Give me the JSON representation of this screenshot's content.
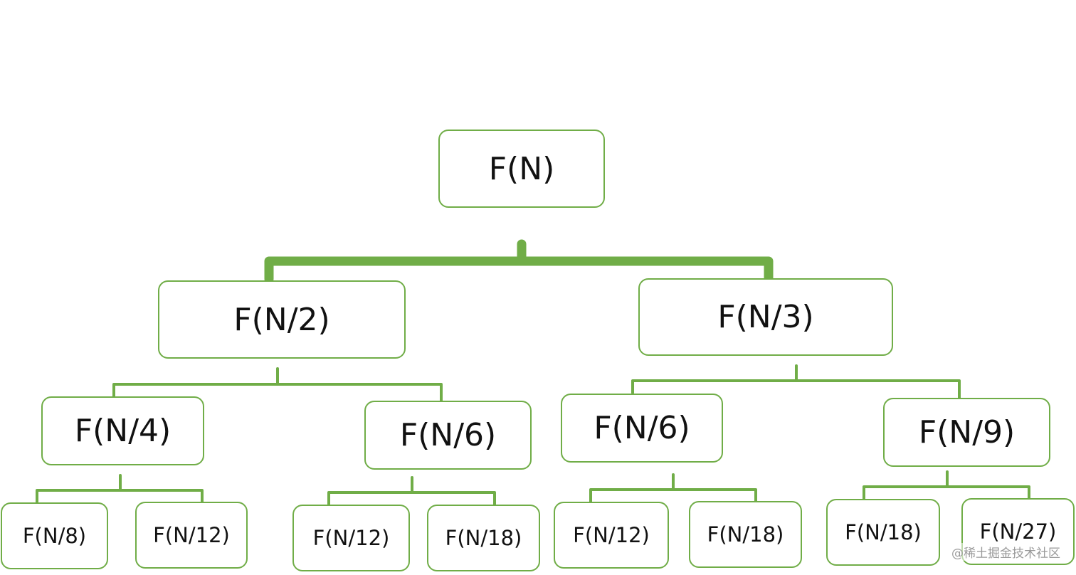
{
  "colors": {
    "accent": "#70ad47",
    "text": "#111111"
  },
  "tree": {
    "root": "F(N)",
    "level1": [
      "F(N/2)",
      "F(N/3)"
    ],
    "level2": [
      "F(N/4)",
      "F(N/6)",
      "F(N/6)",
      "F(N/9)"
    ],
    "level3": [
      "F(N/8)",
      "F(N/12)",
      "F(N/12)",
      "F(N/18)",
      "F(N/12)",
      "F(N/18)",
      "F(N/18)",
      "F(N/27)"
    ]
  },
  "watermark": "@稀土掘金技术社区"
}
